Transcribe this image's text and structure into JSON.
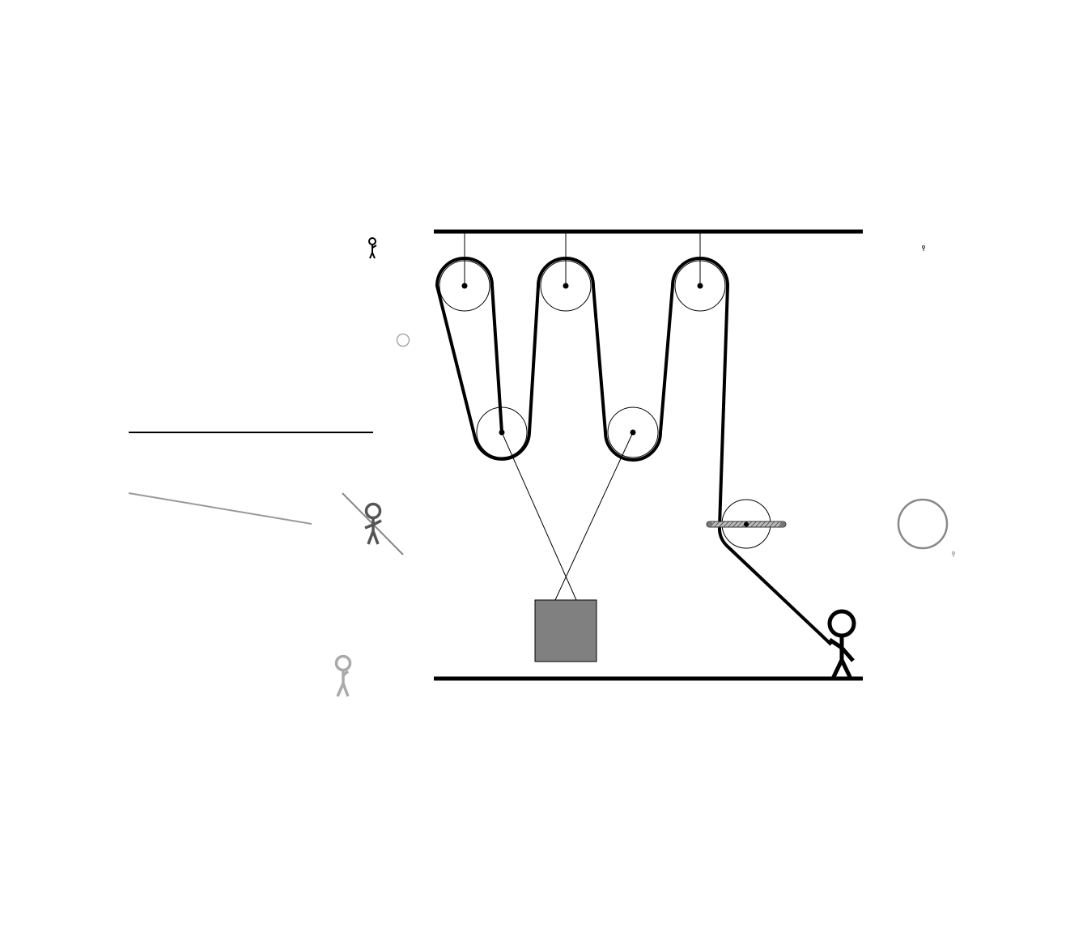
{
  "diagram": {
    "type": "pulley-system",
    "components": {
      "ceiling": "ceiling-beam",
      "floor": "floor-beam",
      "fixed_pulleys": 3,
      "movable_pulleys": 2,
      "load": "box",
      "person": "stick-figure",
      "rope_pulley": "small-pulley-on-rod"
    },
    "distractors": {
      "stick_figures": 4,
      "circles": 2,
      "lines": 3
    },
    "colors": {
      "stroke": "#000000",
      "box_fill": "#808080",
      "dark_gray": "#555555",
      "gray": "#888888",
      "light_gray": "#aaaaaa",
      "background": "#ffffff"
    }
  }
}
